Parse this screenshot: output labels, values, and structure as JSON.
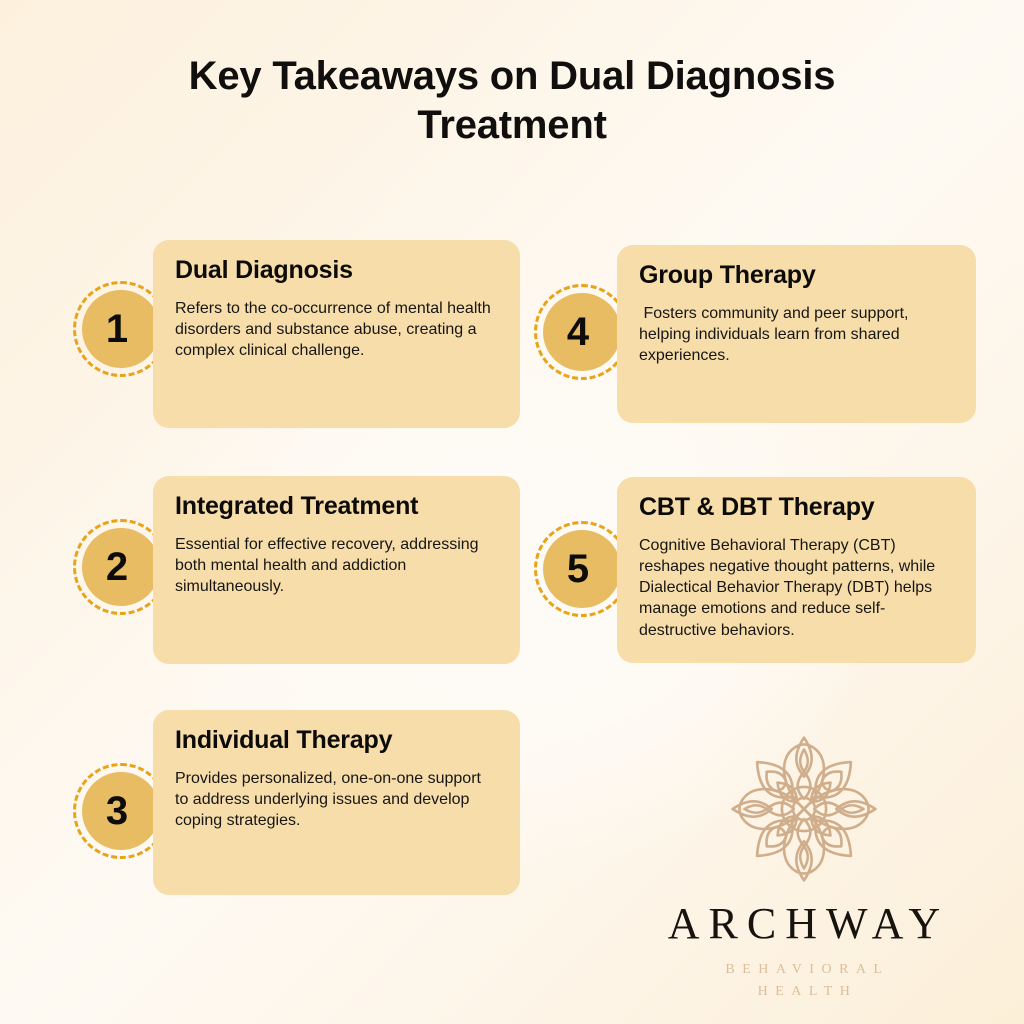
{
  "page": {
    "title": "Key Takeaways on Dual Diagnosis Treatment"
  },
  "theme": {
    "background_top_left": "#FDF1DE",
    "background_center": "#FEFBF7",
    "card_fill": "#F6DDAA",
    "badge_fill": "#E8BC63",
    "dash_ring": "#E8A318",
    "text_dark": "#0C0B09",
    "logo_mark": "#D0AE8B",
    "logo_sub_text": "#DCBE9B"
  },
  "takeaways": [
    {
      "number": "1",
      "title": "Dual Diagnosis",
      "body": "Refers to the co-occurrence of mental health disorders and substance abuse, creating a complex clinical challenge."
    },
    {
      "number": "2",
      "title": "Integrated Treatment",
      "body": "Essential for effective recovery, addressing both mental health and addiction simultaneously."
    },
    {
      "number": "3",
      "title": "Individual Therapy",
      "body": "Provides personalized, one-on-one support to address underlying issues and develop coping strategies."
    },
    {
      "number": "4",
      "title": "Group Therapy",
      "body": " Fosters community and peer support, helping individuals learn from shared experiences."
    },
    {
      "number": "5",
      "title": "CBT & DBT Therapy",
      "body": "Cognitive Behavioral Therapy (CBT) reshapes negative thought patterns, while Dialectical Behavior Therapy (DBT) helps manage emotions and reduce self-destructive behaviors."
    }
  ],
  "logo": {
    "mark": "mandala-flower-icon",
    "name": "ARCHWAY",
    "tagline_line1": "BEHAVIORAL",
    "tagline_line2": "HEALTH"
  }
}
